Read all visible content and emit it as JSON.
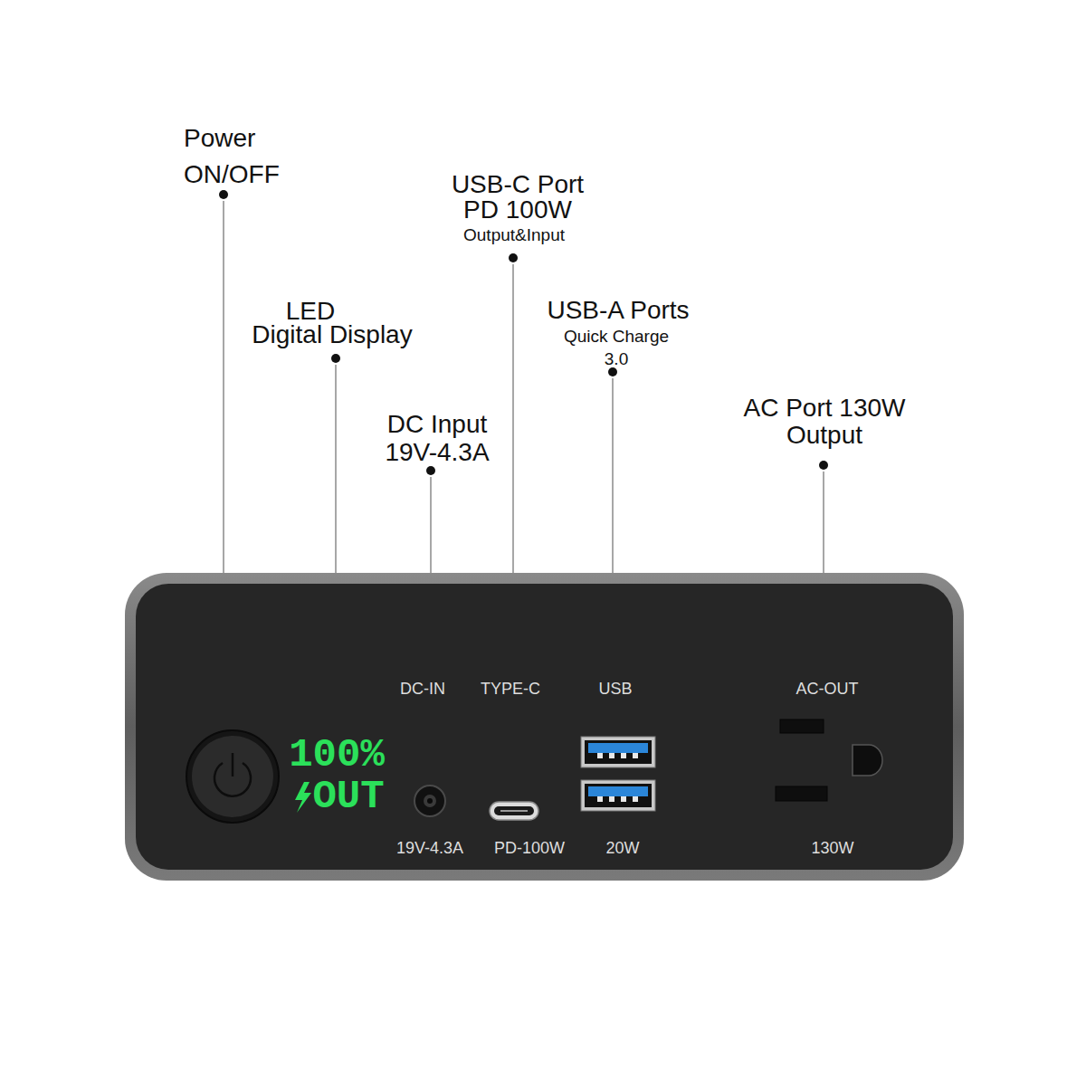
{
  "diagram": {
    "nodes": [
      {
        "text": [
          "DC-IN",
          "TYPE-C",
          "USB",
          "AC-OUT",
          "100%",
          "OUT",
          "19V-4.3A",
          "PD-100W",
          "20W",
          "130W"
        ]
      }
    ],
    "labels": [
      "Power ON/OFF",
      "USB-C Port PD 100W",
      "Output&Input",
      "LED",
      "Digital Display",
      "USB-A Ports",
      "Quick Charge 3.0",
      "DC Input 19V-4.3A",
      "AC Port 130W Output"
    ]
  }
}
